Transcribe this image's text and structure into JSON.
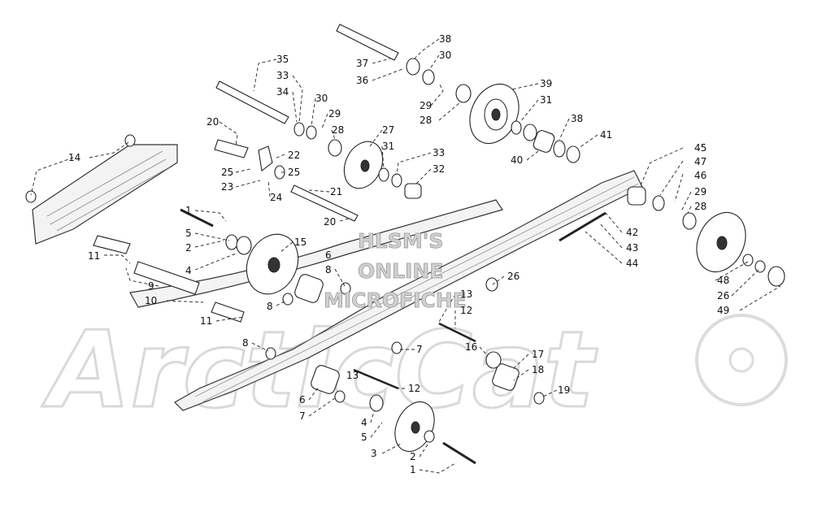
{
  "watermark": {
    "line1": "HLSM'S",
    "line2": "ONLINE",
    "line3": "MICROFICHE",
    "logo": "ArcticCat"
  },
  "callouts": [
    {
      "id": "c1a",
      "text": "1"
    },
    {
      "id": "c2a",
      "text": "2"
    },
    {
      "id": "c4a",
      "text": "4"
    },
    {
      "id": "c5a",
      "text": "5"
    },
    {
      "id": "c14",
      "text": "14"
    },
    {
      "id": "c11a",
      "text": "11"
    },
    {
      "id": "c9",
      "text": "9"
    },
    {
      "id": "c10",
      "text": "10"
    },
    {
      "id": "c11b",
      "text": "11"
    },
    {
      "id": "c8a",
      "text": "8"
    },
    {
      "id": "c8b",
      "text": "8"
    },
    {
      "id": "c8c",
      "text": "8"
    },
    {
      "id": "c6a",
      "text": "6"
    },
    {
      "id": "c15",
      "text": "15"
    },
    {
      "id": "c20a",
      "text": "20"
    },
    {
      "id": "c25a",
      "text": "25"
    },
    {
      "id": "c23",
      "text": "23"
    },
    {
      "id": "c22",
      "text": "22"
    },
    {
      "id": "c25b",
      "text": "25"
    },
    {
      "id": "c24",
      "text": "24"
    },
    {
      "id": "c21",
      "text": "21"
    },
    {
      "id": "c20b",
      "text": "20"
    },
    {
      "id": "c35",
      "text": "35"
    },
    {
      "id": "c33a",
      "text": "33"
    },
    {
      "id": "c34",
      "text": "34"
    },
    {
      "id": "c30a",
      "text": "30"
    },
    {
      "id": "c29a",
      "text": "29"
    },
    {
      "id": "c28a",
      "text": "28"
    },
    {
      "id": "c27",
      "text": "27"
    },
    {
      "id": "c31a",
      "text": "31"
    },
    {
      "id": "c33b",
      "text": "33"
    },
    {
      "id": "c32",
      "text": "32"
    },
    {
      "id": "c37",
      "text": "37"
    },
    {
      "id": "c36",
      "text": "36"
    },
    {
      "id": "c38a",
      "text": "38"
    },
    {
      "id": "c30b",
      "text": "30"
    },
    {
      "id": "c29b",
      "text": "29"
    },
    {
      "id": "c28b",
      "text": "28"
    },
    {
      "id": "c39",
      "text": "39"
    },
    {
      "id": "c31b",
      "text": "31"
    },
    {
      "id": "c38b",
      "text": "38"
    },
    {
      "id": "c40",
      "text": "40"
    },
    {
      "id": "c41",
      "text": "41"
    },
    {
      "id": "c45",
      "text": "45"
    },
    {
      "id": "c47",
      "text": "47"
    },
    {
      "id": "c46",
      "text": "46"
    },
    {
      "id": "c29c",
      "text": "29"
    },
    {
      "id": "c28c",
      "text": "28"
    },
    {
      "id": "c42",
      "text": "42"
    },
    {
      "id": "c43",
      "text": "43"
    },
    {
      "id": "c44",
      "text": "44"
    },
    {
      "id": "c26a",
      "text": "26"
    },
    {
      "id": "c13a",
      "text": "13"
    },
    {
      "id": "c12a",
      "text": "12"
    },
    {
      "id": "c48",
      "text": "48"
    },
    {
      "id": "c26b",
      "text": "26"
    },
    {
      "id": "c49",
      "text": "49"
    },
    {
      "id": "c16",
      "text": "16"
    },
    {
      "id": "c17",
      "text": "17"
    },
    {
      "id": "c18",
      "text": "18"
    },
    {
      "id": "c19",
      "text": "19"
    },
    {
      "id": "c7a",
      "text": "7"
    },
    {
      "id": "c13b",
      "text": "13"
    },
    {
      "id": "c12b",
      "text": "12"
    },
    {
      "id": "c6b",
      "text": "6"
    },
    {
      "id": "c7b",
      "text": "7"
    },
    {
      "id": "c4b",
      "text": "4"
    },
    {
      "id": "c5b",
      "text": "5"
    },
    {
      "id": "c3",
      "text": "3"
    },
    {
      "id": "c2b",
      "text": "2"
    },
    {
      "id": "c1b",
      "text": "1"
    }
  ]
}
